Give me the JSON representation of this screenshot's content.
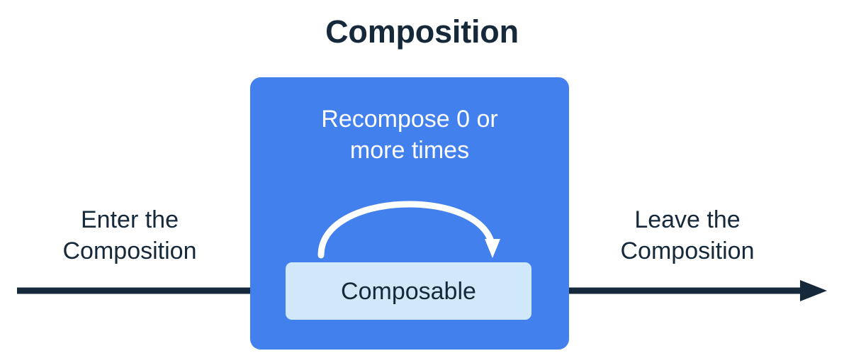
{
  "diagram": {
    "title": "Composition",
    "colors": {
      "background": "#ffffff",
      "ink": "#16293A",
      "composition_box": "#4280EE",
      "composable_box": "#D0E8FA",
      "arrow_white": "#ffffff",
      "arrow_dark": "#16293A"
    },
    "composition_box": {
      "name": "Composition",
      "recompose_line1": "Recompose 0 or",
      "recompose_line2": "more times",
      "recompose_arrow_icon": "curved-loop-arrow-icon"
    },
    "composable_box": {
      "label": "Composable"
    },
    "enter_flow": {
      "line1": "Enter the",
      "line2": "Composition",
      "arrow_icon": "right-arrow-icon"
    },
    "leave_flow": {
      "line1": "Leave the",
      "line2": "Composition",
      "arrow_icon": "right-arrow-icon"
    }
  }
}
